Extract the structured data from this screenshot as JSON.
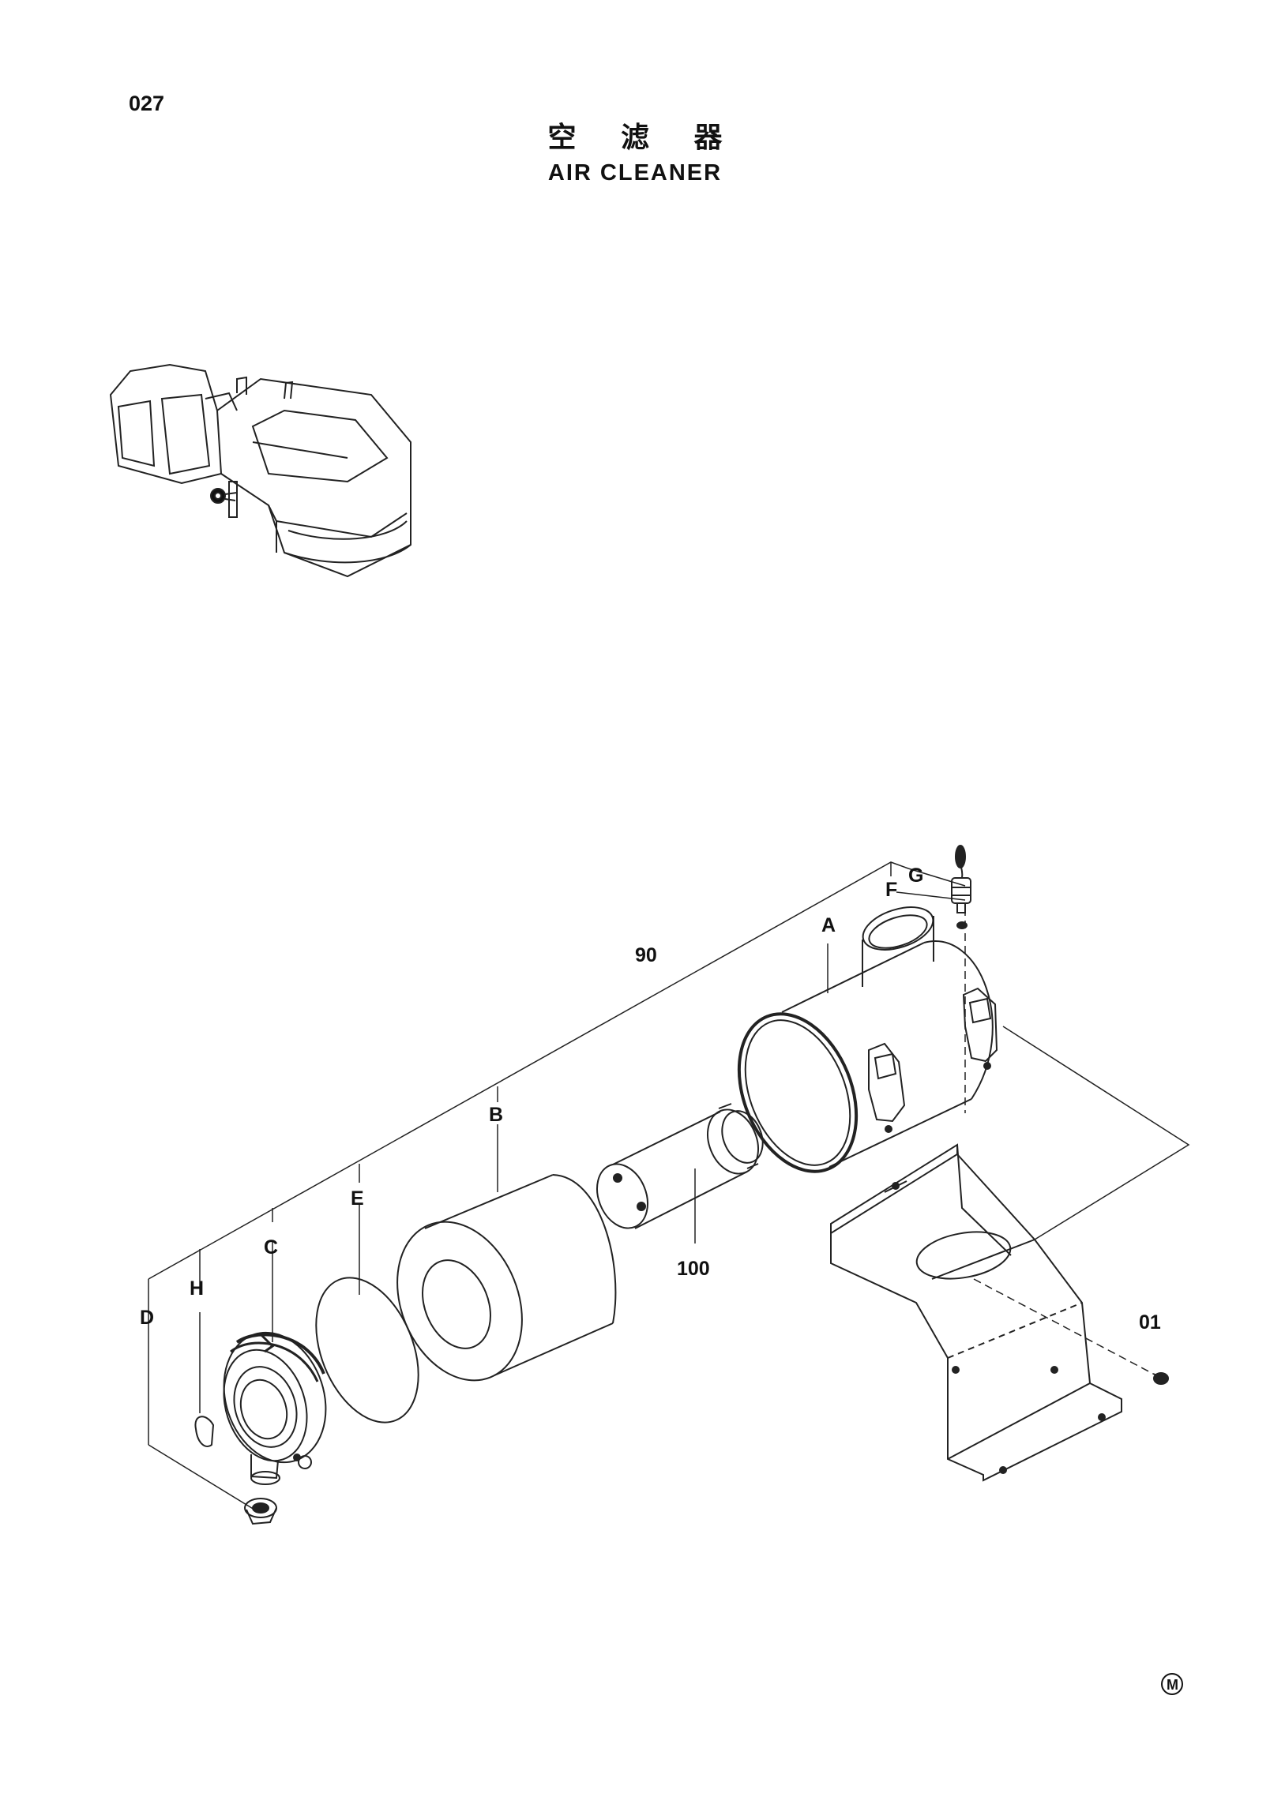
{
  "header": {
    "page_number": "027",
    "title_cn": "空 滤 器",
    "title_en": "AIR CLEANER"
  },
  "callouts": {
    "assembly": "90",
    "element": "100",
    "bolt": "01",
    "housing": "A",
    "outer_element": "B",
    "cover": "C",
    "valve": "D",
    "gasket": "E",
    "washer": "F",
    "indicator": "G",
    "clip": "H"
  },
  "footer": {
    "mark": "M"
  }
}
